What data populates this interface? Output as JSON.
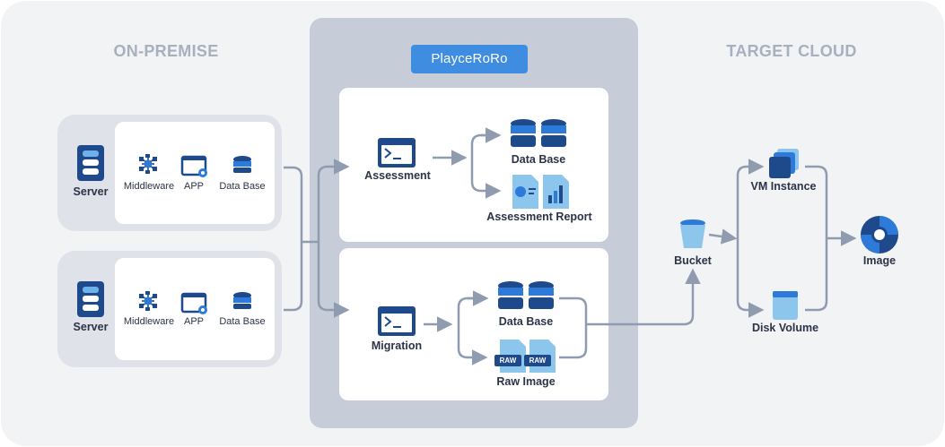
{
  "headings": {
    "on_premise": "ON-PREMISE",
    "target_cloud": "TARGET CLOUD"
  },
  "brand": {
    "name": "PlayceRoRo",
    "color": "#3f8de0"
  },
  "servers": [
    {
      "server_label": "Server",
      "middleware_label": "Middleware",
      "app_label": "APP",
      "database_label": "Data Base"
    },
    {
      "server_label": "Server",
      "middleware_label": "Middleware",
      "app_label": "APP",
      "database_label": "Data Base"
    }
  ],
  "playceroro": {
    "assessment": {
      "label": "Assessment",
      "database_label": "Data Base",
      "report_label": "Assessment Report"
    },
    "migration": {
      "label": "Migration",
      "database_label": "Data Base",
      "raw_image_label": "Raw Image",
      "raw_badge": "RAW"
    }
  },
  "cloud": {
    "bucket_label": "Bucket",
    "vm_instance_label": "VM Instance",
    "disk_volume_label": "Disk Volume",
    "image_label": "Image"
  },
  "colors": {
    "icon_dark": "#1e4a8c",
    "icon_mid": "#2d7ad8",
    "icon_light": "#8cc6ec",
    "arrow": "#8f9cb0",
    "panel": "#c6cdd8"
  }
}
